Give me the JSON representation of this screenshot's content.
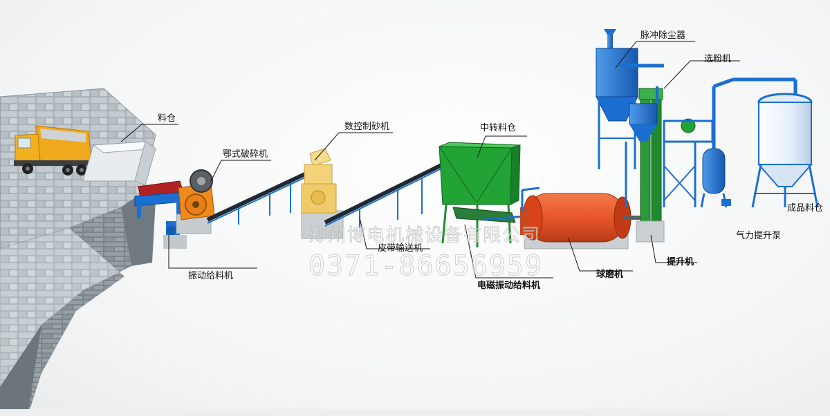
{
  "labels": {
    "hopper": "料仓",
    "jaw_crusher": "鄂式破碎机",
    "vibrating_feeder": "振动给料机",
    "sand_maker": "数控制砂机",
    "belt_conveyor": "皮带输送机",
    "transfer_bin": "中转料仓",
    "em_vibrating_feeder": "电磁振动给料机",
    "ball_mill": "球磨机",
    "elevator": "提升机",
    "pulse_dust_collector": "脉冲除尘器",
    "separator": "选粉机",
    "product_silo": "成品料仓",
    "pneumatic_pump": "气力提升泵"
  },
  "watermark": {
    "company": "郑州博电机械设备有限公司",
    "phone": "0371-86656959"
  },
  "colors": {
    "steel_blue": "#1a6fd0",
    "mill_orange": "#e8562a",
    "bin_green": "#22a336",
    "jaw_orange": "#f08a1c",
    "sand_yellow": "#f3d27a",
    "wall_gray": "#8f989e"
  }
}
